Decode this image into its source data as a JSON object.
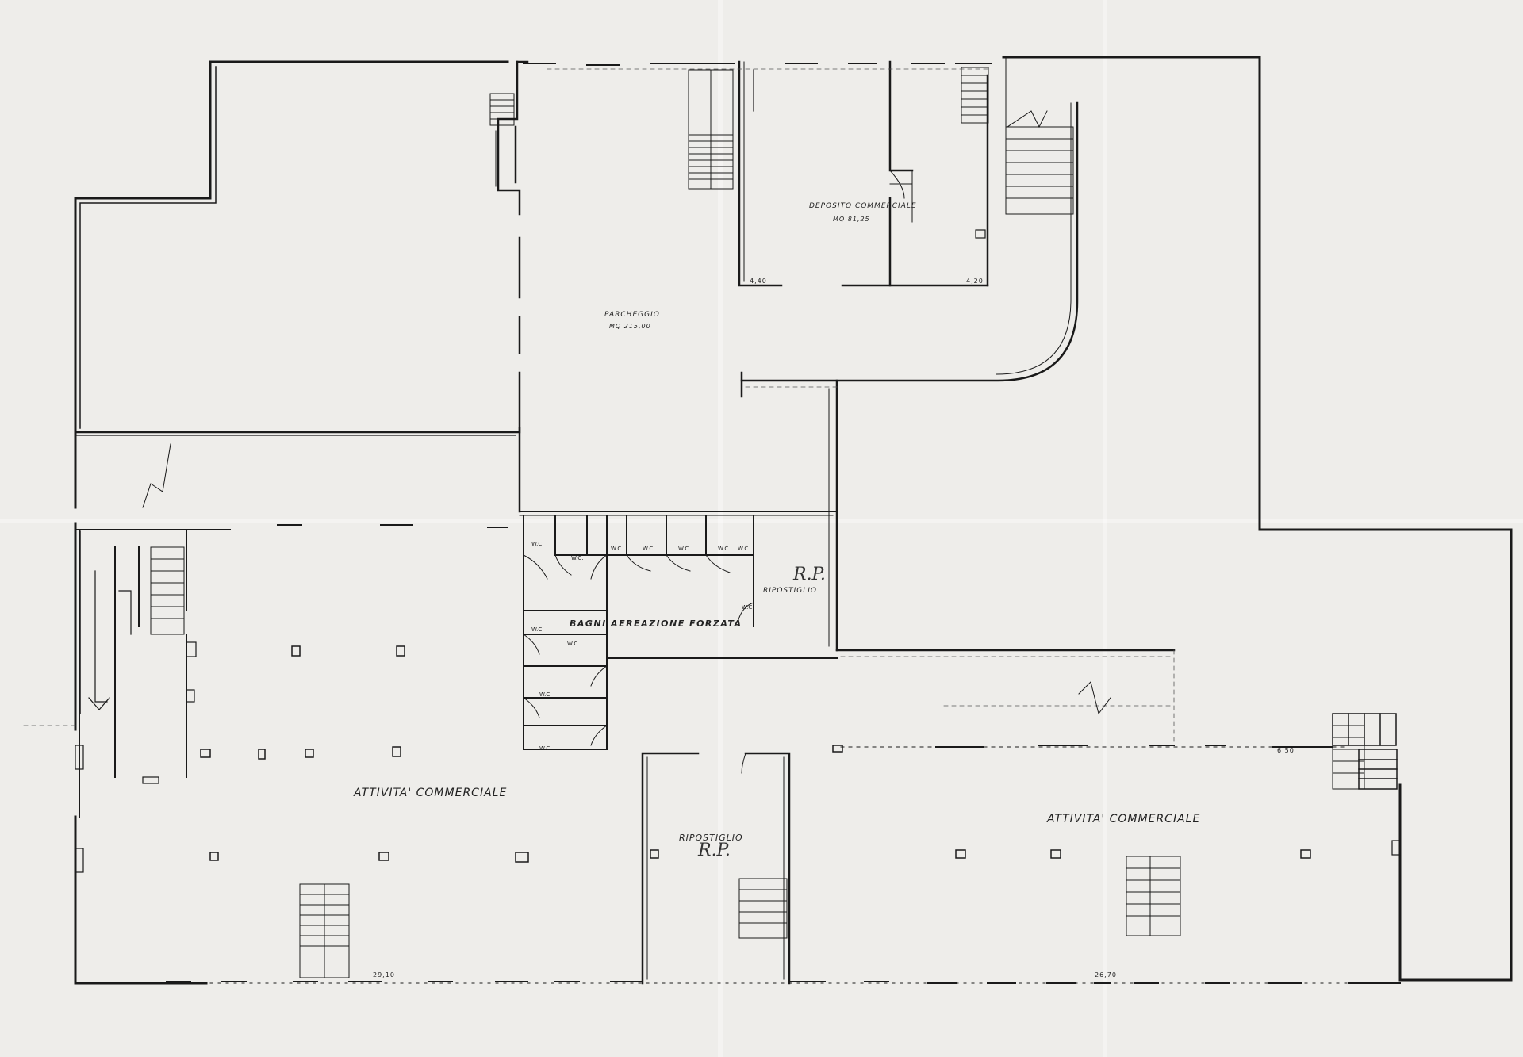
{
  "rooms": {
    "attivita_left": "ATTIVITA' COMMERCIALE",
    "attivita_right": "ATTIVITA' COMMERCIALE",
    "parcheggio": "PARCHEGGIO",
    "parcheggio_area": "MQ 215,00",
    "deposito": "DEPOSITO COMMERCIALE",
    "deposito_area": "MQ 81,25",
    "bagni": "BAGNI AEREAZIONE FORZATA",
    "ripostiglio_upper": "RIPOSTIGLIO",
    "ripostiglio_lower": "RIPOSTIGLIO"
  },
  "annotations": {
    "rp_upper": "R.P.",
    "rp_lower": "R.P."
  },
  "dimensions": {
    "bottom_left": "29,10",
    "bottom_right": "26,70",
    "dep_bottom_left": "4,40",
    "dep_bottom_right": "4,20",
    "mid_right": "6,50"
  },
  "wc_label": "W.C."
}
